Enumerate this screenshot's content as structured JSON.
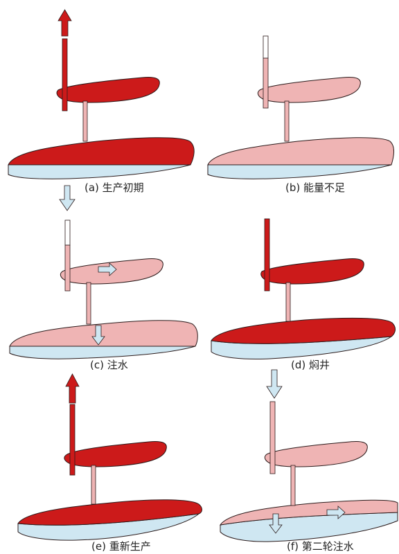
{
  "colors": {
    "oil": "#cc1a1a",
    "depleted": "#efb4b4",
    "water": "#cfe7f2",
    "arrow_blue": "#cfe7f2",
    "outline": "#2a1a1a"
  },
  "panels": [
    {
      "label": "(a) 生产初期",
      "stage": "initial-production",
      "flow": "up"
    },
    {
      "label": "(b) 能量不足",
      "stage": "energy-deficit",
      "flow": "none"
    },
    {
      "label": "(c) 注水",
      "stage": "water-injection",
      "flow": "down"
    },
    {
      "label": "(d) 焖井",
      "stage": "soaking",
      "flow": "none"
    },
    {
      "label": "(e) 重新生产",
      "stage": "resumed-production",
      "flow": "up"
    },
    {
      "label": "(f) 第二轮注水",
      "stage": "second-injection",
      "flow": "down"
    }
  ]
}
